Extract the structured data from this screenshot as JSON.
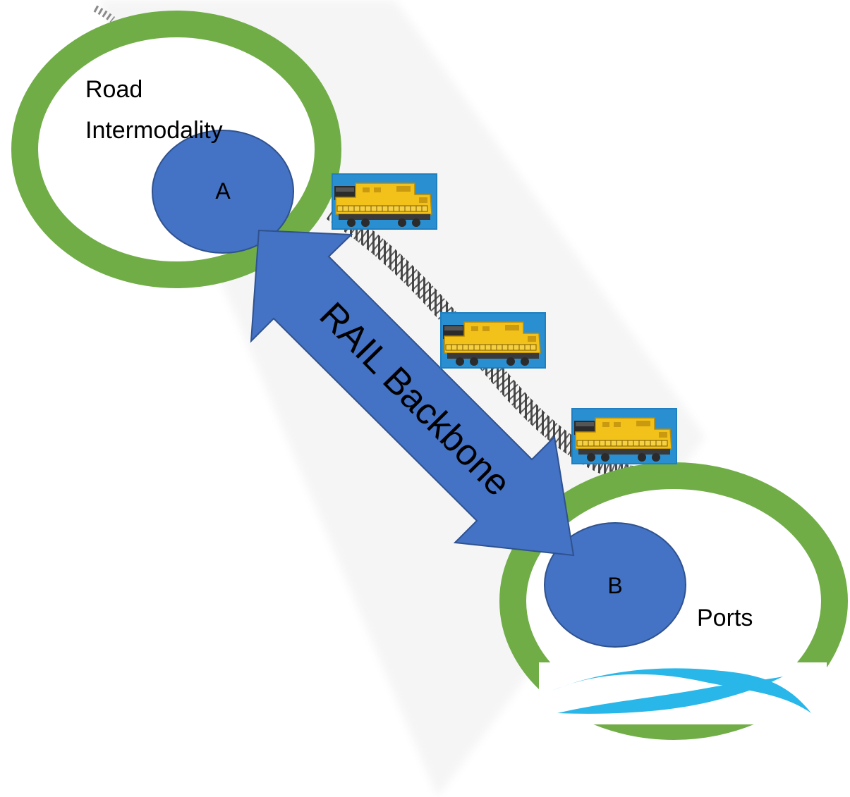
{
  "nodes": {
    "a": {
      "letter": "A",
      "area_label_line1": "Road",
      "area_label_line2": "Intermodality"
    },
    "b": {
      "letter": "B",
      "area_label": "Ports"
    }
  },
  "connector": {
    "label": "RAIL Backbone"
  },
  "colors": {
    "ring": "#70ad47",
    "node_fill": "#4472c4",
    "node_stroke": "#2f528f",
    "arrow_fill": "#4472c4",
    "arrow_stroke": "#2f528f",
    "water": "#29b6e8",
    "train_bg": "#1e7fc1",
    "train_body": "#f2c21b",
    "track": "#555555"
  },
  "icons": {
    "locomotive": "locomotive-icon",
    "water": "water-waves-icon",
    "track": "railway-track"
  }
}
